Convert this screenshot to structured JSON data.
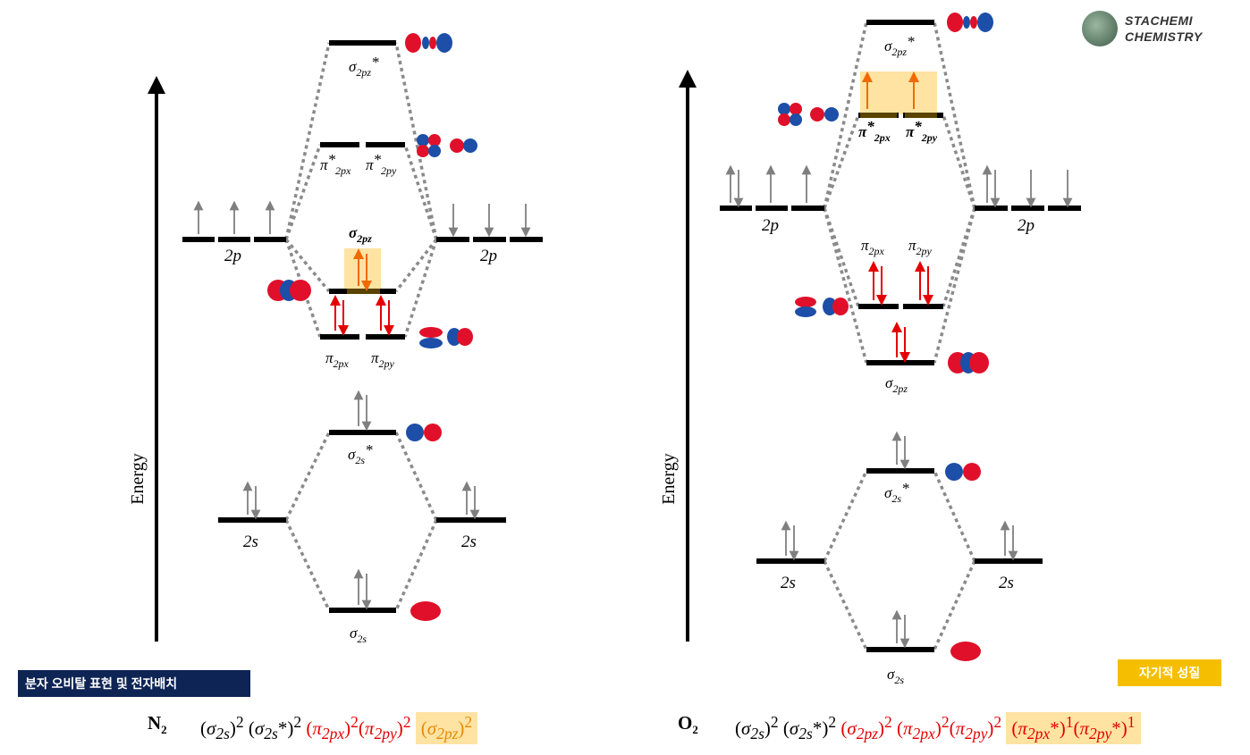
{
  "brand": {
    "line1": "STACHEMI",
    "line2": "CHEMISTRY"
  },
  "tags": {
    "left": "분자 오비탈 표현 및 전자배치",
    "right": "자기적 성질"
  },
  "axis": {
    "ylabel": "Energy"
  },
  "labels": {
    "p_atomic": "2p",
    "s_atomic": "2s",
    "sigma_2s": "σ2s",
    "sigma_2s_star": "σ2s*",
    "sigma_2pz": "σ2pz",
    "sigma_2pz_star": "σ2pz*",
    "pi_2px": "π2px",
    "pi_2py": "π2py",
    "pi_2px_star": "π*2px",
    "pi_2py_star": "π*2py"
  },
  "n2": {
    "molecule": "N2",
    "config": [
      {
        "text": "(σ2s)2",
        "style": "black"
      },
      {
        "text": "(σ2s*)2",
        "style": "black"
      },
      {
        "text": "(π2px)2",
        "style": "red"
      },
      {
        "text": "(π2py)2",
        "style": "red"
      },
      {
        "text": "(σ2pz)2",
        "style": "highlight-orange"
      }
    ]
  },
  "o2": {
    "molecule": "O2",
    "config": [
      {
        "text": "(σ2s)2",
        "style": "black"
      },
      {
        "text": "(σ2s*)2",
        "style": "black"
      },
      {
        "text": "(σ2pz)2",
        "style": "red"
      },
      {
        "text": "(π2px)2",
        "style": "red"
      },
      {
        "text": "(π2py)2",
        "style": "red"
      },
      {
        "text": "(π2px*)1",
        "style": "highlight-red"
      },
      {
        "text": "(π2py*)1",
        "style": "highlight-red"
      }
    ]
  },
  "colors": {
    "highlight": "#ffe3a3",
    "red": "#e40000",
    "orange": "#f06a00",
    "gray": "#7f7f7f",
    "lobe_red": "#e0102a",
    "lobe_blue": "#1d4ea8"
  }
}
